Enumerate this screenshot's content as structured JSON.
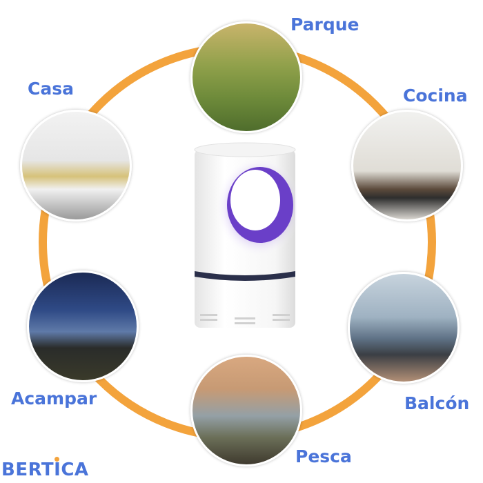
{
  "locations": [
    {
      "label": "Parque"
    },
    {
      "label": "Cocina"
    },
    {
      "label": "Casa"
    },
    {
      "label": "Acampar"
    },
    {
      "label": "Balcón"
    },
    {
      "label": "Pesca"
    }
  ],
  "brand": {
    "name": "BERTICA"
  },
  "colors": {
    "ring": "#F3A33C",
    "label": "#4A74D9",
    "uv": "#6A3FC8"
  }
}
